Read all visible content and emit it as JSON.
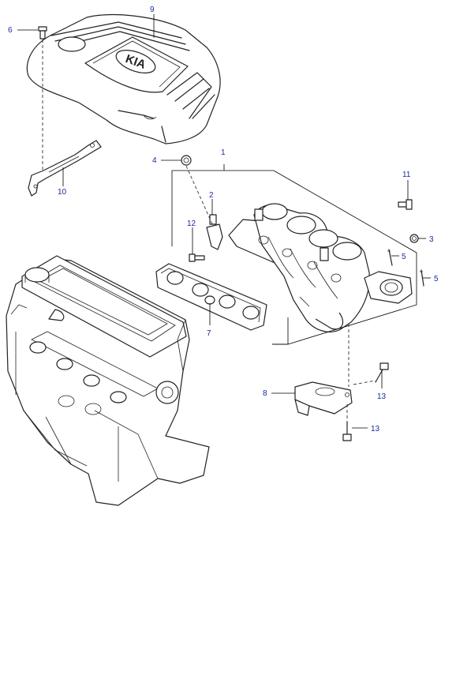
{
  "logo_text": "KIA",
  "callouts": {
    "c1": "1",
    "c2": "2",
    "c3": "3",
    "c4": "4",
    "c5a": "5",
    "c5b": "5",
    "c6": "6",
    "c7": "7",
    "c8": "8",
    "c9": "9",
    "c10": "10",
    "c11": "11",
    "c12": "12",
    "c13a": "13",
    "c13b": "13"
  },
  "colors": {
    "callout": "#1a2a9c",
    "line": "#222222",
    "background": "#ffffff"
  }
}
